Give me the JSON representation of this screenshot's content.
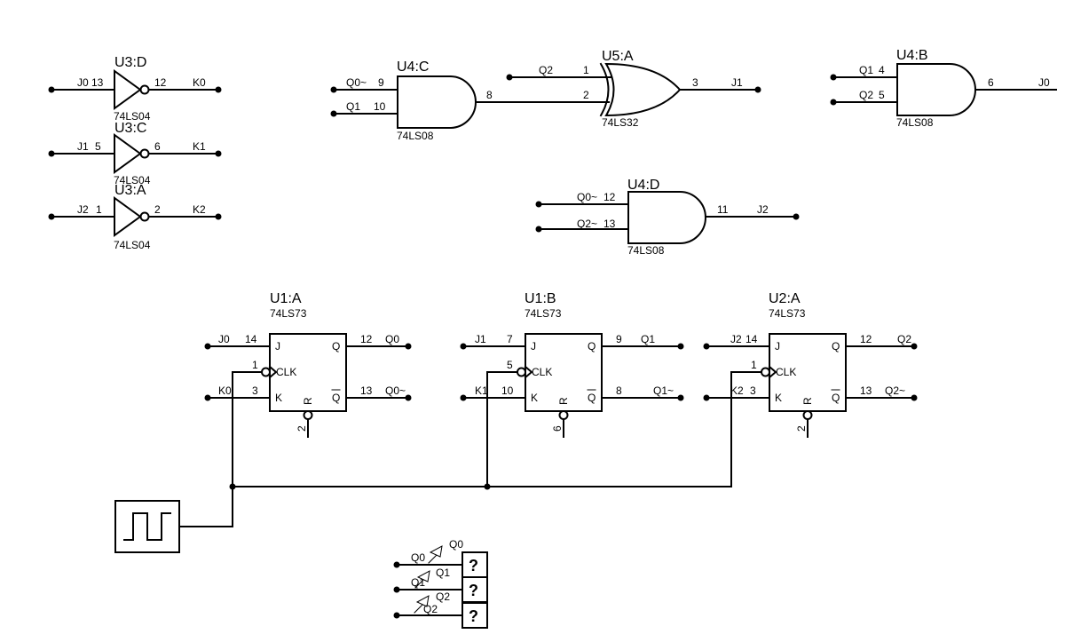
{
  "inverters": [
    {
      "ref": "U3:D",
      "part": "74LS04",
      "in_net": "J0",
      "in_pin": "13",
      "out_pin": "12",
      "out_net": "K0"
    },
    {
      "ref": "U3:C",
      "part": "74LS04",
      "in_net": "J1",
      "in_pin": "5",
      "out_pin": "6",
      "out_net": "K1"
    },
    {
      "ref": "U3:A",
      "part": "74LS04",
      "in_net": "J2",
      "in_pin": "1",
      "out_pin": "2",
      "out_net": "K2"
    }
  ],
  "and_u4c": {
    "ref": "U4:C",
    "part": "74LS08",
    "in1_net": "Q0~",
    "in1_pin": "9",
    "in2_net": "Q1",
    "in2_pin": "10",
    "out_pin": "8"
  },
  "or_u5a": {
    "ref": "U5:A",
    "part": "74LS32",
    "in1_net": "Q2",
    "in1_pin": "1",
    "in2_pin": "2",
    "out_pin": "3",
    "out_net": "J1"
  },
  "and_u4b": {
    "ref": "U4:B",
    "part": "74LS08",
    "in1_net": "Q1",
    "in1_pin": "4",
    "in2_net": "Q2",
    "in2_pin": "5",
    "out_pin": "6",
    "out_net": "J0"
  },
  "and_u4d": {
    "ref": "U4:D",
    "part": "74LS08",
    "in1_net": "Q0~",
    "in1_pin": "12",
    "in2_net": "Q2~",
    "in2_pin": "13",
    "out_pin": "11",
    "out_net": "J2"
  },
  "flipflops": [
    {
      "ref": "U1:A",
      "part": "74LS73",
      "j_net": "J0",
      "j_pin": "14",
      "clk_pin": "1",
      "k_net": "K0",
      "k_pin": "3",
      "q_pin": "12",
      "q_net": "Q0",
      "qb_pin": "13",
      "qb_net": "Q0~",
      "r_pin": "2",
      "pin_j": "J",
      "pin_clk": "CLK",
      "pin_k": "K",
      "pin_q": "Q",
      "pin_qb": "Q",
      "pin_r": "R"
    },
    {
      "ref": "U1:B",
      "part": "74LS73",
      "j_net": "J1",
      "j_pin": "7",
      "clk_pin": "5",
      "k_net": "K1",
      "k_pin": "10",
      "q_pin": "9",
      "q_net": "Q1",
      "qb_pin": "8",
      "qb_net": "Q1~",
      "r_pin": "6",
      "pin_j": "J",
      "pin_clk": "CLK",
      "pin_k": "K",
      "pin_q": "Q",
      "pin_qb": "Q",
      "pin_r": "R"
    },
    {
      "ref": "U2:A",
      "part": "74LS73",
      "j_net": "J2",
      "j_pin": "14",
      "clk_pin": "1",
      "k_net": "K2",
      "k_pin": "3",
      "q_pin": "12",
      "q_net": "Q2",
      "qb_pin": "13",
      "qb_net": "Q2~",
      "r_pin": "2",
      "pin_j": "J",
      "pin_clk": "CLK",
      "pin_k": "K",
      "pin_q": "Q",
      "pin_qb": "Q",
      "pin_r": "R"
    }
  ],
  "probes": [
    {
      "net": "Q0",
      "tag": "Q0",
      "symbol": "?"
    },
    {
      "net": "Q1",
      "tag": "Q1",
      "symbol": "?"
    },
    {
      "net": "Q2",
      "tag": "Q2",
      "symbol": "?"
    }
  ],
  "icons": {
    "clock_source": "square-wave-clock-icon",
    "probe": "logic-probe-icon"
  }
}
